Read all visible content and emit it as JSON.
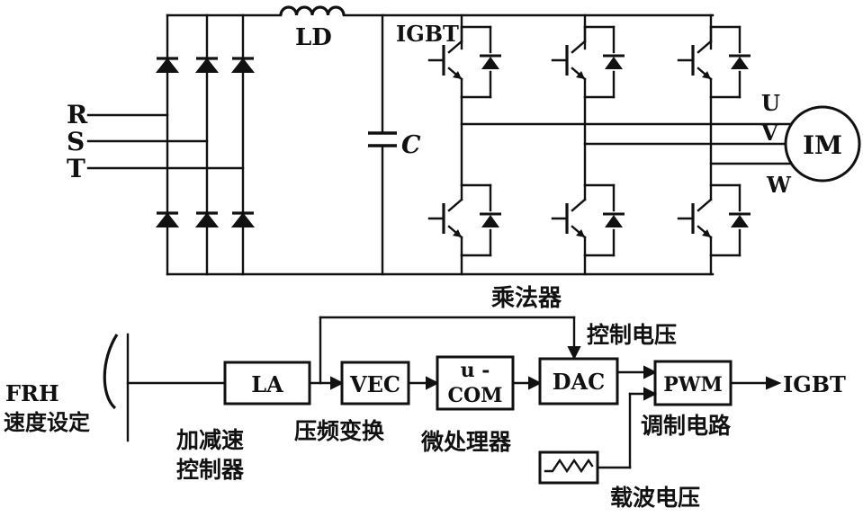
{
  "power": {
    "phase_r": "R",
    "phase_s": "S",
    "phase_t": "T",
    "inductor": "LD",
    "capacitor": "C",
    "igbt": "IGBT",
    "out_u": "U",
    "out_v": "V",
    "out_w": "W",
    "motor": "IM"
  },
  "control": {
    "multiplier": "乘法器",
    "control_voltage": "控制电压",
    "speed_set_line1": "FRH",
    "speed_set_line2": "速度设定",
    "la_box": "LA",
    "la_label_line1": "加减速",
    "la_label_line2": "控制器",
    "vec_box": "VEC",
    "vec_label": "压频变换",
    "ucom_line1": "u -",
    "ucom_line2": "COM",
    "ucom_label": "微处理器",
    "dac_box": "DAC",
    "pwm_box": "PWM",
    "pwm_label": "调制电路",
    "igbt_out": "IGBT",
    "carrier_label": "载波电压"
  }
}
